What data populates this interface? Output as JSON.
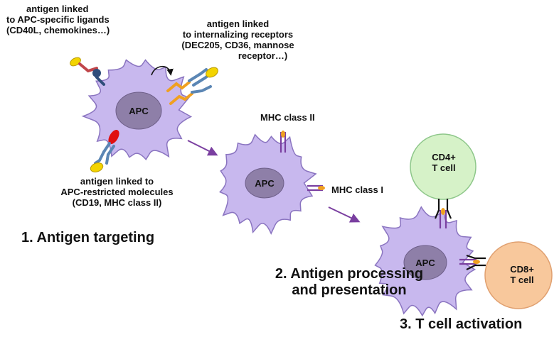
{
  "labels": {
    "apc_specific": [
      "antigen linked",
      "to APC-specific  ligands",
      "(CD40L, chemokines…)"
    ],
    "internalizing": [
      "antigen linked",
      "to internalizing receptors",
      "(DEC205,  CD36, mannose",
      "receptor…)"
    ],
    "restricted": [
      "antigen linked to",
      "APC-restricted  molecules",
      "(CD19, MHC class II)"
    ],
    "mhc_class_ii": "MHC  class  II",
    "mhc_class_i": "MHC  class  I",
    "cd4": [
      "CD4+",
      "T cell"
    ],
    "cd8": [
      "CD8+",
      "T cell"
    ]
  },
  "cells": {
    "apc": "APC"
  },
  "steps": {
    "step1": "1. Antigen targeting",
    "step2": [
      "2. Antigen processing",
      "and presentation"
    ],
    "step3": "3. T cell activation"
  },
  "colors": {
    "apc_fill": "#c8b8ee",
    "apc_outline": "#8a74c0",
    "nucleus_fill": "#8e7fa8",
    "cd4_fill": "#d6f2c8",
    "cd8_fill": "#f8c89c",
    "arrow": "#7a3fa0",
    "antigen_yellow": "#f3d400",
    "antibody_blue": "#5b86b4",
    "receptor_orange": "#f0a020",
    "ligand_red": "#c01818",
    "mhc_purple": "#7a3fa0"
  }
}
